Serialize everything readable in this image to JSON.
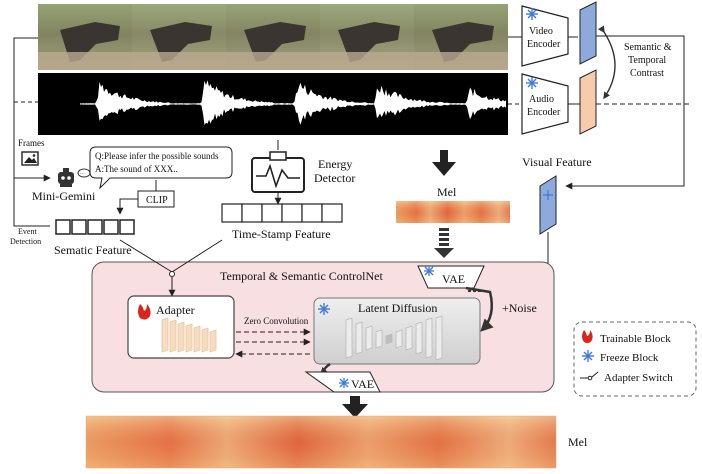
{
  "labels": {
    "frames": "Frames",
    "mini_gemini": "Mini-Gemini",
    "query_q": "Q:Please infer the possible sounds",
    "query_a": "A:The sound of XXX..",
    "clip": "CLIP",
    "event_detection_1": "Event",
    "event_detection_2": "Detection",
    "semantic_feature": "Sematic Feature",
    "energy_detector_1": "Energy",
    "energy_detector_2": "Detector",
    "timestamp_feature": "Time-Stamp Feature",
    "mel_top": "Mel",
    "video_encoder_1": "Video",
    "video_encoder_2": "Encoder",
    "audio_encoder_1": "Audio",
    "audio_encoder_2": "Encoder",
    "contrast_1": "Semantic &",
    "contrast_2": "Temporal",
    "contrast_3": "Contrast",
    "visual_feature": "Visual Feature",
    "controlnet_title": "Temporal & Semantic ControlNet",
    "vae_top": "VAE",
    "noise": "+Noise",
    "adapter": "Adapter",
    "zero_conv": "Zero Convolution",
    "latent_diffusion": "Latent Diffusion",
    "vae_bottom": "VAE",
    "mel_bottom": "Mel"
  },
  "legend": {
    "trainable": "Trainable Block",
    "freeze": "Freeze Block",
    "switch": "Adapter Switch"
  },
  "colors": {
    "controlnet_bg": "#f8dfe2",
    "latent_bg": "#d9d9d9",
    "adapter_block": "#f6dcc0",
    "feature_blue": "#8ea9db",
    "feature_peach": "#f8cbad",
    "freeze_star": "#3d7bd9",
    "flame": "#d9261c"
  },
  "icons": [
    "flame-icon",
    "snowflake-icon",
    "robot-icon",
    "image-icon",
    "energy-icon",
    "switch-icon"
  ]
}
